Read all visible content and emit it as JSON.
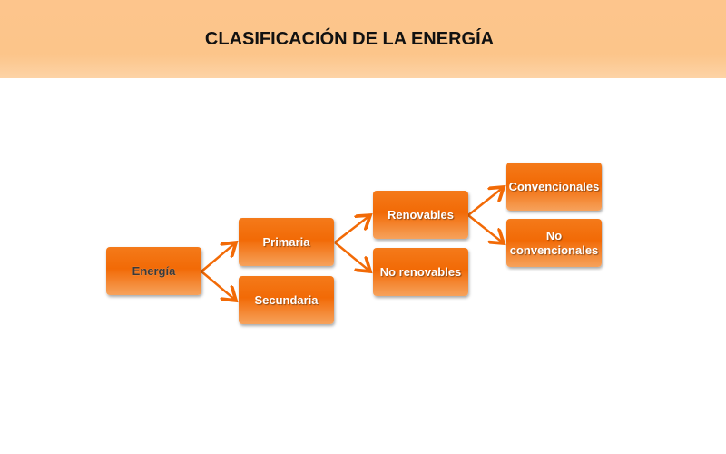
{
  "title": "CLASIFICACIÓN DE LA ENERGÍA",
  "nodes": {
    "energia": "Energía",
    "primaria": "Primaria",
    "secundaria": "Secundaria",
    "renovables": "Renovables",
    "no_renovables": "No renovables",
    "convencionales": "Convencionales",
    "no_convencionales": "No convencionales"
  },
  "colors": {
    "box": "#f26a06",
    "arrow": "#f26a06",
    "header": "#fcc58a"
  }
}
